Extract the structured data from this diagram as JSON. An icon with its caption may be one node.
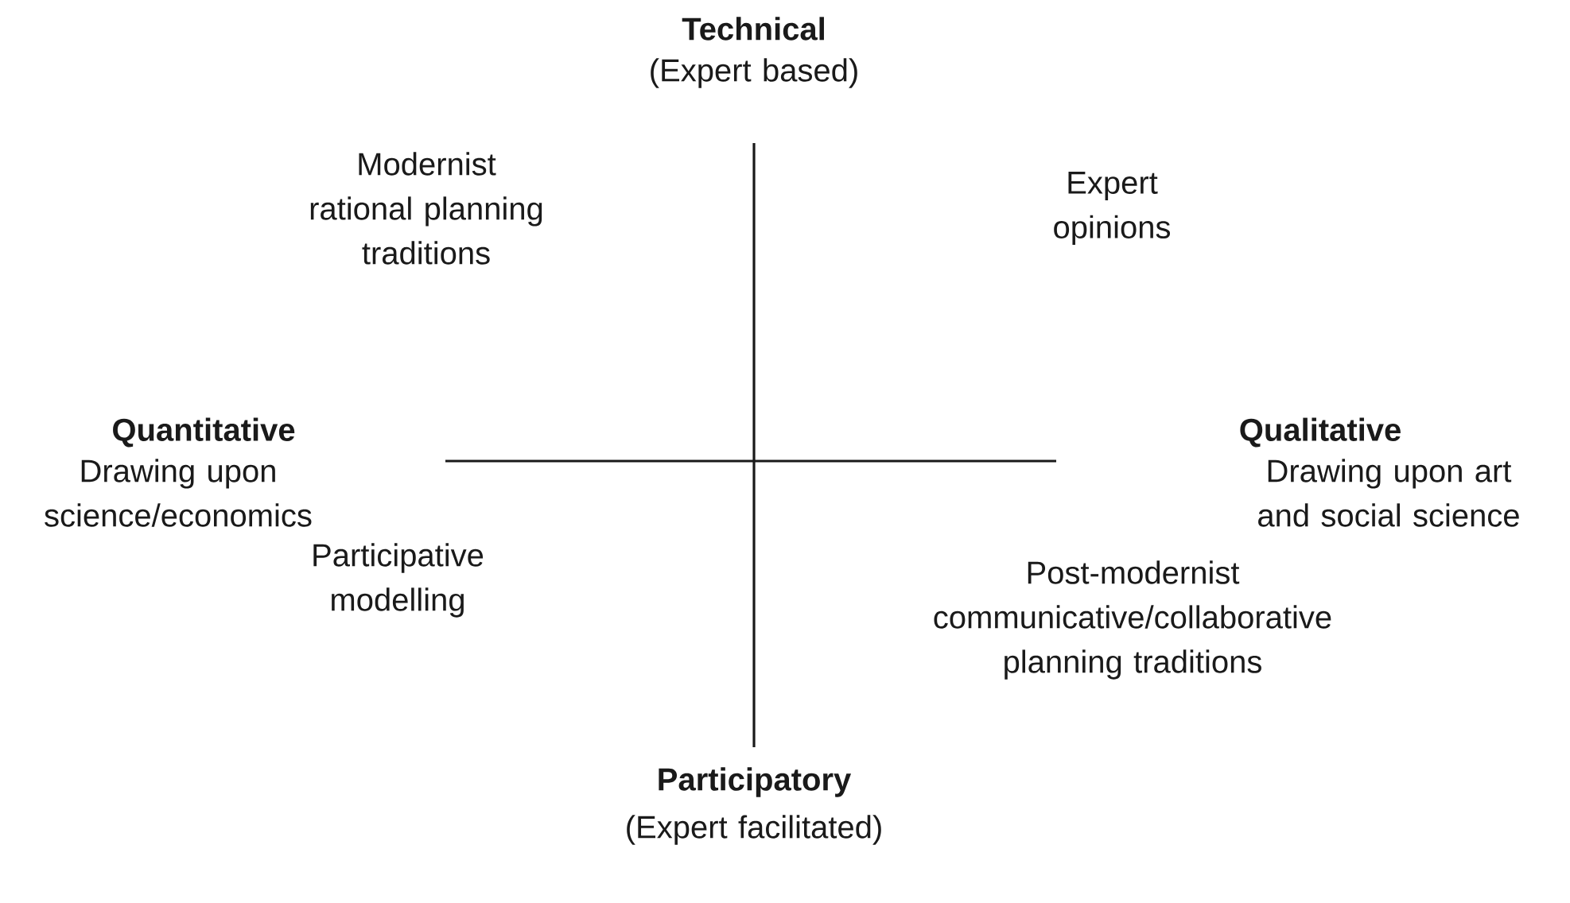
{
  "diagram": {
    "labels": [
      "Technical",
      "(Expert based)",
      "Modernist rational planning traditions",
      "Expert opinions",
      "Quantitative",
      "Drawing upon science/economics",
      "Qualitative",
      "Drawing upon art and social science",
      "Participative modelling",
      "Post-modernist communicative/collaborative planning traditions",
      "Participatory",
      "(Expert facilitated)"
    ]
  }
}
